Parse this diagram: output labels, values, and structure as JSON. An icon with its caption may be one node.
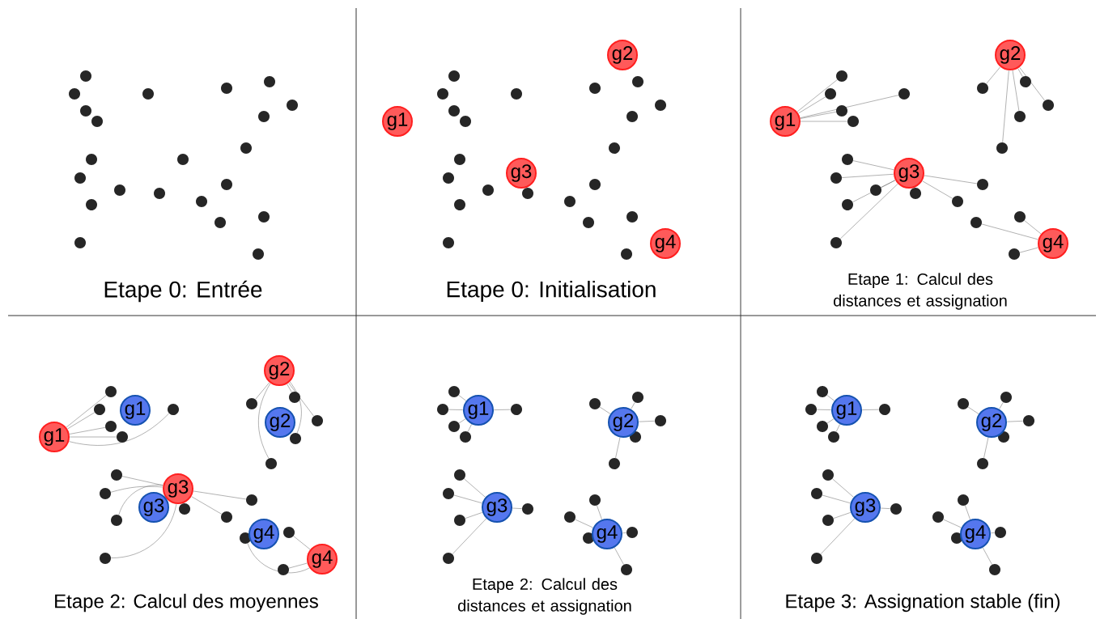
{
  "diagram": {
    "nodes": [
      {
        "text": [],
        "shape": "circle"
      },
      {
        "text": [],
        "shape": "circle"
      },
      {
        "text": [],
        "shape": "circle"
      },
      {
        "text": [],
        "shape": "circle"
      },
      {
        "text": [],
        "shape": "circle"
      },
      {
        "text": [],
        "shape": "circle"
      },
      {
        "text": [],
        "shape": "circle"
      },
      {
        "text": [],
        "shape": "circle"
      },
      {
        "text": [],
        "shape": "circle"
      },
      {
        "text": [],
        "shape": "circle"
      },
      {
        "text": [],
        "shape": "circle"
      },
      {
        "text": [],
        "shape": "circle"
      },
      {
        "text": [],
        "shape": "circle"
      },
      {
        "text": [],
        "shape": "circle"
      },
      {
        "text": [],
        "shape": "circle"
      },
      {
        "text": [],
        "shape": "circle"
      },
      {
        "text": [],
        "shape": "circle"
      },
      {
        "text": [],
        "shape": "circle"
      },
      {
        "text": [],
        "shape": "circle"
      },
      {
        "text": [],
        "shape": "circle"
      },
      {
        "text": [],
        "shape": "circle"
      },
      {
        "text": [],
        "shape": "circle"
      },
      {
        "text": [
          "g1"
        ]
      },
      {
        "text": [
          "g2"
        ]
      },
      {
        "text": [
          "g3"
        ]
      },
      {
        "text": [
          "g4"
        ]
      },
      {
        "text": [],
        "shape": "circle"
      },
      {
        "text": [],
        "shape": "circle"
      },
      {
        "text": [],
        "shape": "circle"
      },
      {
        "text": [],
        "shape": "circle"
      },
      {
        "text": [],
        "shape": "circle"
      },
      {
        "text": [],
        "shape": "circle"
      },
      {
        "text": [],
        "shape": "circle"
      },
      {
        "text": [],
        "shape": "circle"
      },
      {
        "text": [],
        "shape": "circle"
      },
      {
        "text": [],
        "shape": "circle"
      },
      {
        "text": [],
        "shape": "circle"
      },
      {
        "text": [],
        "shape": "circle"
      },
      {
        "text": [],
        "shape": "circle"
      },
      {
        "text": [],
        "shape": "circle"
      },
      {
        "text": [],
        "shape": "circle"
      },
      {
        "text": [],
        "shape": "circle"
      },
      {
        "text": [],
        "shape": "circle"
      },
      {
        "text": [],
        "shape": "circle"
      },
      {
        "text": [],
        "shape": "circle"
      },
      {
        "text": [],
        "shape": "circle"
      },
      {
        "text": [],
        "shape": "circle"
      },
      {
        "text": [
          "g1"
        ]
      },
      {
        "text": [
          "g2"
        ]
      },
      {
        "text": [
          "g3"
        ]
      },
      {
        "text": [
          "g4"
        ]
      },
      {
        "text": [],
        "shape": "circle"
      },
      {
        "text": [],
        "shape": "circle"
      },
      {
        "text": [],
        "shape": "circle"
      },
      {
        "text": [],
        "shape": "circle"
      },
      {
        "text": [],
        "shape": "circle"
      },
      {
        "text": [],
        "shape": "circle"
      },
      {
        "text": [],
        "shape": "circle"
      },
      {
        "text": [],
        "shape": "circle"
      },
      {
        "text": [],
        "shape": "circle"
      },
      {
        "text": [],
        "shape": "circle"
      },
      {
        "text": [],
        "shape": "circle"
      },
      {
        "text": [],
        "shape": "circle"
      },
      {
        "text": [],
        "shape": "circle"
      },
      {
        "text": [],
        "shape": "circle"
      },
      {
        "text": [],
        "shape": "circle"
      },
      {
        "text": [],
        "shape": "circle"
      },
      {
        "text": [],
        "shape": "circle"
      },
      {
        "text": [],
        "shape": "circle"
      },
      {
        "text": [],
        "shape": "circle"
      },
      {
        "text": [],
        "shape": "circle"
      },
      {
        "text": [],
        "shape": "circle"
      },
      {
        "text": [
          "g1"
        ]
      },
      {
        "text": [
          "g2"
        ]
      },
      {
        "text": [
          "g3"
        ]
      },
      {
        "text": [
          "g4"
        ]
      },
      {
        "text": [
          "g1"
        ]
      },
      {
        "text": [
          "g2"
        ]
      },
      {
        "text": [
          "g3"
        ]
      },
      {
        "text": [
          "g4"
        ]
      },
      {
        "text": [],
        "shape": "circle"
      },
      {
        "text": [],
        "shape": "circle"
      },
      {
        "text": [],
        "shape": "circle"
      },
      {
        "text": [],
        "shape": "circle"
      },
      {
        "text": [],
        "shape": "circle"
      },
      {
        "text": [],
        "shape": "circle"
      },
      {
        "text": [],
        "shape": "circle"
      },
      {
        "text": [],
        "shape": "circle"
      },
      {
        "text": [],
        "shape": "circle"
      },
      {
        "text": [],
        "shape": "circle"
      },
      {
        "text": [],
        "shape": "circle"
      },
      {
        "text": [],
        "shape": "circle"
      },
      {
        "text": [],
        "shape": "circle"
      },
      {
        "text": [],
        "shape": "circle"
      },
      {
        "text": [],
        "shape": "circle"
      },
      {
        "text": [],
        "shape": "circle"
      },
      {
        "text": [],
        "shape": "circle"
      },
      {
        "text": [],
        "shape": "circle"
      },
      {
        "text": [],
        "shape": "circle"
      },
      {
        "text": [],
        "shape": "circle"
      },
      {
        "text": [
          "g1"
        ]
      },
      {
        "text": [
          "g2"
        ]
      },
      {
        "text": [
          "g3"
        ]
      },
      {
        "text": [
          "g4"
        ]
      },
      {
        "text": [],
        "shape": "circle"
      },
      {
        "text": [],
        "shape": "circle"
      },
      {
        "text": [],
        "shape": "circle"
      },
      {
        "text": [],
        "shape": "circle"
      },
      {
        "text": [],
        "shape": "circle"
      },
      {
        "text": [],
        "shape": "circle"
      },
      {
        "text": [],
        "shape": "circle"
      },
      {
        "text": [],
        "shape": "circle"
      },
      {
        "text": [],
        "shape": "circle"
      },
      {
        "text": [],
        "shape": "circle"
      },
      {
        "text": [],
        "shape": "circle"
      },
      {
        "text": [],
        "shape": "circle"
      },
      {
        "text": [],
        "shape": "circle"
      },
      {
        "text": [],
        "shape": "circle"
      },
      {
        "text": [],
        "shape": "circle"
      },
      {
        "text": [],
        "shape": "circle"
      },
      {
        "text": [],
        "shape": "circle"
      },
      {
        "text": [],
        "shape": "circle"
      },
      {
        "text": [],
        "shape": "circle"
      },
      {
        "text": [],
        "shape": "circle"
      },
      {
        "text": [
          "g1"
        ]
      },
      {
        "text": [
          "g2"
        ]
      },
      {
        "text": [
          "g3"
        ]
      },
      {
        "text": [
          "g4"
        ]
      },
      {
        "text": [],
        "shape": "circle"
      },
      {
        "text": [],
        "shape": "circle"
      },
      {
        "text": [],
        "shape": "circle"
      },
      {
        "text": [],
        "shape": "circle"
      },
      {
        "text": [],
        "shape": "circle"
      },
      {
        "text": [],
        "shape": "circle"
      },
      {
        "text": [],
        "shape": "circle"
      },
      {
        "text": [],
        "shape": "circle"
      },
      {
        "text": [],
        "shape": "circle"
      },
      {
        "text": [],
        "shape": "circle"
      },
      {
        "text": [],
        "shape": "circle"
      },
      {
        "text": [],
        "shape": "circle"
      },
      {
        "text": [],
        "shape": "circle"
      },
      {
        "text": [],
        "shape": "circle"
      },
      {
        "text": [],
        "shape": "circle"
      },
      {
        "text": [],
        "shape": "circle"
      },
      {
        "text": [],
        "shape": "circle"
      },
      {
        "text": [],
        "shape": "circle"
      },
      {
        "text": [],
        "shape": "circle"
      },
      {
        "text": [],
        "shape": "circle"
      }
    ],
    "edges": [
      {
        "from": 47,
        "to": 51,
        "arrow": "none"
      },
      {
        "from": 47,
        "to": 52,
        "arrow": "none"
      },
      {
        "from": 47,
        "to": 53,
        "arrow": "none"
      },
      {
        "from": 47,
        "to": 54,
        "arrow": "none"
      },
      {
        "from": 47,
        "to": 55,
        "arrow": "none"
      },
      {
        "from": 48,
        "to": 56,
        "arrow": "none"
      },
      {
        "from": 48,
        "to": 57,
        "arrow": "none"
      },
      {
        "from": 48,
        "to": 58,
        "arrow": "none"
      },
      {
        "from": 48,
        "to": 59,
        "arrow": "none"
      },
      {
        "from": 48,
        "to": 60,
        "arrow": "none"
      },
      {
        "from": 49,
        "to": 61,
        "arrow": "none"
      },
      {
        "from": 49,
        "to": 62,
        "arrow": "none"
      },
      {
        "from": 49,
        "to": 63,
        "arrow": "none"
      },
      {
        "from": 49,
        "to": 65,
        "arrow": "none"
      },
      {
        "from": 49,
        "to": 66,
        "arrow": "none"
      },
      {
        "from": 49,
        "to": 69,
        "arrow": "none"
      },
      {
        "from": 49,
        "to": 70,
        "arrow": "none"
      },
      {
        "from": 50,
        "to": 67,
        "arrow": "none"
      },
      {
        "from": 50,
        "to": 68,
        "arrow": "none"
      },
      {
        "from": 50,
        "to": 71,
        "arrow": "none"
      },
      {
        "from": 72,
        "to": 80,
        "arrow": "none"
      },
      {
        "from": 72,
        "to": 81,
        "arrow": "none"
      },
      {
        "from": 72,
        "to": 82,
        "arrow": "none"
      },
      {
        "from": 72,
        "to": 83,
        "arrow": "none"
      },
      {
        "from": 72,
        "to": 84,
        "arrow": "none"
      },
      {
        "from": 73,
        "to": 85,
        "arrow": "none"
      },
      {
        "from": 73,
        "to": 86,
        "arrow": "none"
      },
      {
        "from": 73,
        "to": 87,
        "arrow": "none"
      },
      {
        "from": 73,
        "to": 88,
        "arrow": "none"
      },
      {
        "from": 73,
        "to": 89,
        "arrow": "none"
      },
      {
        "from": 74,
        "to": 90,
        "arrow": "none"
      },
      {
        "from": 74,
        "to": 91,
        "arrow": "none"
      },
      {
        "from": 74,
        "to": 93,
        "arrow": "none"
      },
      {
        "from": 74,
        "to": 94,
        "arrow": "none"
      },
      {
        "from": 74,
        "to": 97,
        "arrow": "none"
      },
      {
        "from": 74,
        "to": 98,
        "arrow": "none"
      },
      {
        "from": 75,
        "to": 95,
        "arrow": "none"
      },
      {
        "from": 75,
        "to": 96,
        "arrow": "none"
      },
      {
        "from": 75,
        "to": 99,
        "arrow": "none"
      },
      {
        "from": 100,
        "to": 104,
        "arrow": "none"
      },
      {
        "from": 100,
        "to": 105,
        "arrow": "none"
      },
      {
        "from": 100,
        "to": 106,
        "arrow": "none"
      },
      {
        "from": 100,
        "to": 107,
        "arrow": "none"
      },
      {
        "from": 100,
        "to": 108,
        "arrow": "none"
      },
      {
        "from": 101,
        "to": 109,
        "arrow": "none"
      },
      {
        "from": 101,
        "to": 110,
        "arrow": "none"
      },
      {
        "from": 101,
        "to": 111,
        "arrow": "none"
      },
      {
        "from": 101,
        "to": 113,
        "arrow": "none"
      },
      {
        "from": 102,
        "to": 114,
        "arrow": "none"
      },
      {
        "from": 102,
        "to": 115,
        "arrow": "none"
      },
      {
        "from": 102,
        "to": 116,
        "arrow": "none"
      },
      {
        "from": 102,
        "to": 121,
        "arrow": "none"
      },
      {
        "from": 102,
        "to": 122,
        "arrow": "none"
      },
      {
        "from": 103,
        "to": 117,
        "arrow": "none"
      },
      {
        "from": 103,
        "to": 118,
        "arrow": "none"
      },
      {
        "from": 103,
        "to": 120,
        "arrow": "none"
      },
      {
        "from": 103,
        "to": 123,
        "arrow": "none"
      },
      {
        "from": 124,
        "to": 128,
        "arrow": "none"
      },
      {
        "from": 124,
        "to": 129,
        "arrow": "none"
      },
      {
        "from": 124,
        "to": 130,
        "arrow": "none"
      },
      {
        "from": 124,
        "to": 131,
        "arrow": "none"
      },
      {
        "from": 124,
        "to": 132,
        "arrow": "none"
      },
      {
        "from": 125,
        "to": 133,
        "arrow": "none"
      },
      {
        "from": 125,
        "to": 134,
        "arrow": "none"
      },
      {
        "from": 125,
        "to": 135,
        "arrow": "none"
      },
      {
        "from": 125,
        "to": 137,
        "arrow": "none"
      },
      {
        "from": 126,
        "to": 138,
        "arrow": "none"
      },
      {
        "from": 126,
        "to": 139,
        "arrow": "none"
      },
      {
        "from": 126,
        "to": 140,
        "arrow": "none"
      },
      {
        "from": 126,
        "to": 145,
        "arrow": "none"
      },
      {
        "from": 126,
        "to": 146,
        "arrow": "none"
      },
      {
        "from": 127,
        "to": 141,
        "arrow": "none"
      },
      {
        "from": 127,
        "to": 142,
        "arrow": "none"
      },
      {
        "from": 127,
        "to": 144,
        "arrow": "none"
      },
      {
        "from": 127,
        "to": 147,
        "arrow": "none"
      }
    ],
    "labels": [
      "Etape 0: Entrée",
      "Etape 0: Initialisation",
      "Etape 1: Calcul des distances et assignation",
      "Etape 2: Calcul des moyennes",
      "Etape 2: Calcul des distances et assignation",
      "Etape 3: Assignation stable (fin)"
    ]
  }
}
